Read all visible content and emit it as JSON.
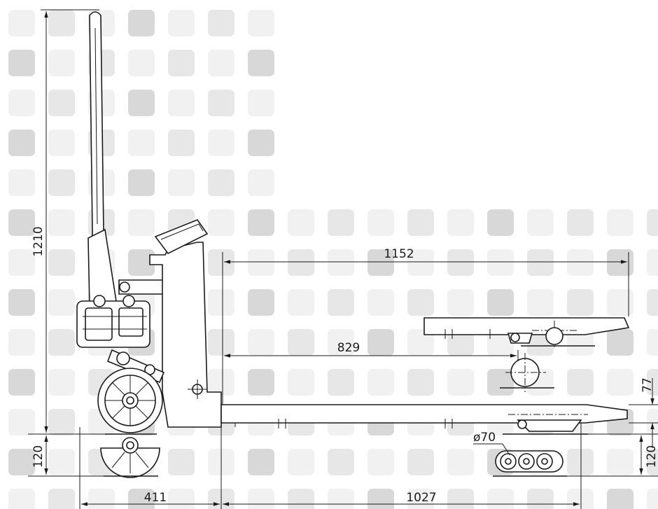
{
  "dimensions": {
    "overall_height": "1210",
    "fork_length": "1152",
    "inner_fork_length": "829",
    "lowered_height": "77",
    "left_lift_height": "120",
    "right_lift_height": "120",
    "front_overhang": "411",
    "wheelbase": "1027",
    "wheel_diameter": "ø70"
  },
  "colors": {
    "line": "#1a1a1a",
    "background": "#ffffff",
    "tile_light": "#f1f1f1",
    "tile_mid": "#e7e7e7",
    "tile_dark": "#d8d8d8"
  }
}
